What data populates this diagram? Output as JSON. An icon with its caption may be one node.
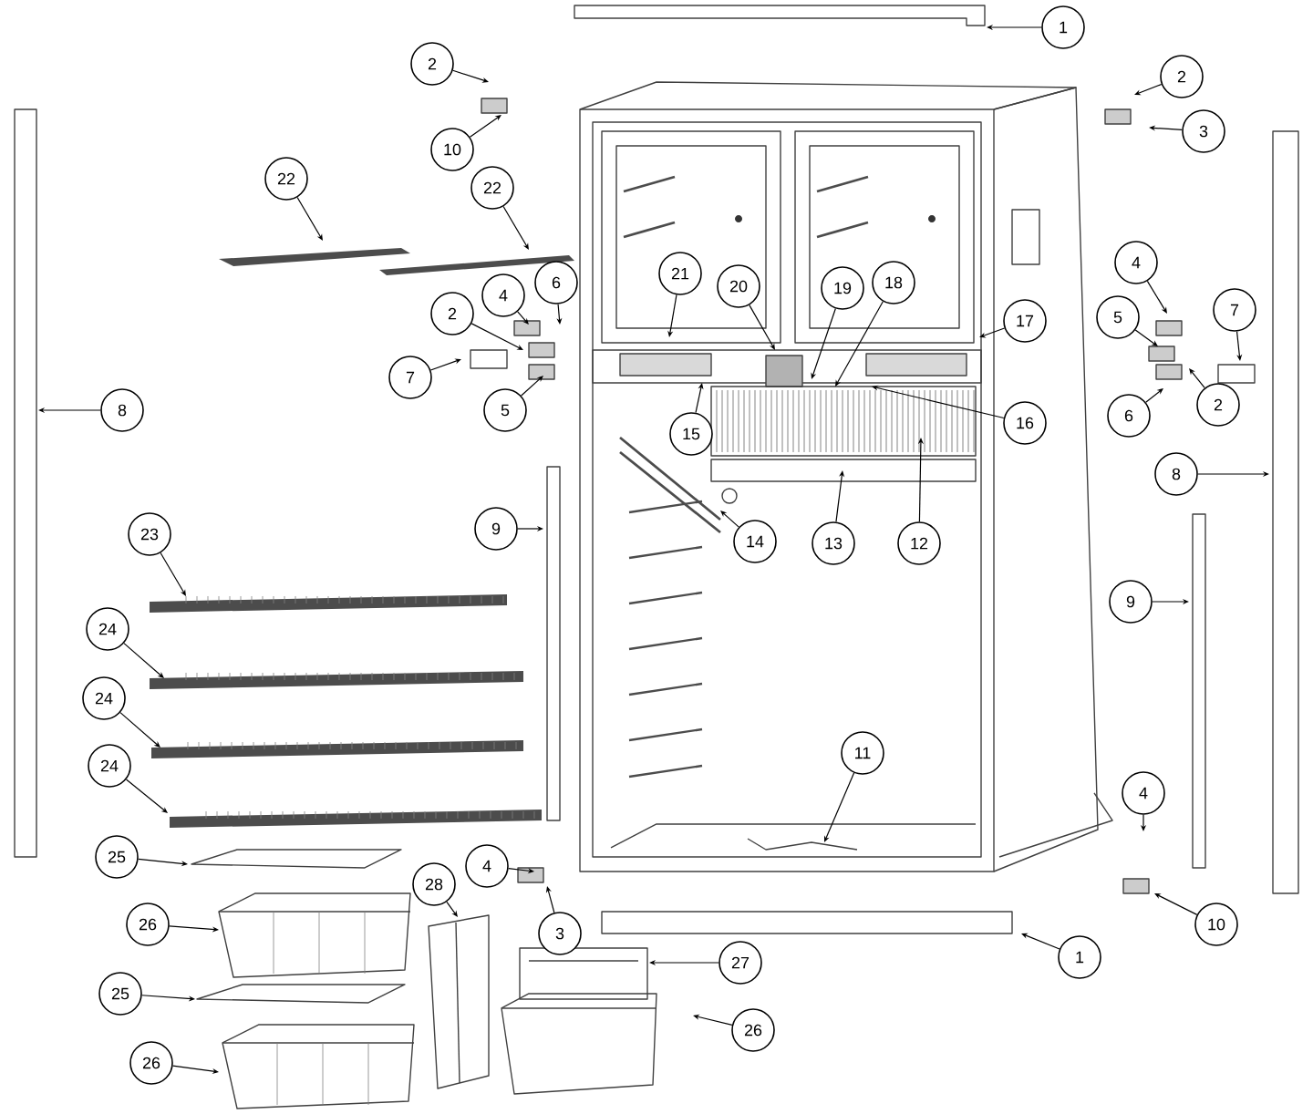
{
  "diagram": {
    "nodes": [
      {
        "text": [
          "1"
        ]
      },
      {
        "text": [
          "2"
        ]
      },
      {
        "text": [
          "10"
        ]
      },
      {
        "text": [
          "22"
        ]
      },
      {
        "text": [
          "22"
        ]
      },
      {
        "text": [
          "2"
        ]
      },
      {
        "text": [
          "3"
        ]
      },
      {
        "text": [
          "4"
        ]
      },
      {
        "text": [
          "6"
        ]
      },
      {
        "text": [
          "2"
        ]
      },
      {
        "text": [
          "7"
        ]
      },
      {
        "text": [
          "5"
        ]
      },
      {
        "text": [
          "21"
        ]
      },
      {
        "text": [
          "20"
        ]
      },
      {
        "text": [
          "19"
        ]
      },
      {
        "text": [
          "18"
        ]
      },
      {
        "text": [
          "17"
        ]
      },
      {
        "text": [
          "16"
        ]
      },
      {
        "text": [
          "15"
        ]
      },
      {
        "text": [
          "14"
        ]
      },
      {
        "text": [
          "13"
        ]
      },
      {
        "text": [
          "12"
        ]
      },
      {
        "text": [
          "9"
        ]
      },
      {
        "text": [
          "8"
        ]
      },
      {
        "text": [
          "4"
        ]
      },
      {
        "text": [
          "5"
        ]
      },
      {
        "text": [
          "7"
        ]
      },
      {
        "text": [
          "6"
        ]
      },
      {
        "text": [
          "2"
        ]
      },
      {
        "text": [
          "8"
        ]
      },
      {
        "text": [
          "9"
        ]
      },
      {
        "text": [
          "23"
        ]
      },
      {
        "text": [
          "24"
        ]
      },
      {
        "text": [
          "24"
        ]
      },
      {
        "text": [
          "24"
        ]
      },
      {
        "text": [
          "25"
        ]
      },
      {
        "text": [
          "4"
        ]
      },
      {
        "text": [
          "3"
        ]
      },
      {
        "text": [
          "28"
        ]
      },
      {
        "text": [
          "26"
        ]
      },
      {
        "text": [
          "25"
        ]
      },
      {
        "text": [
          "26"
        ]
      },
      {
        "text": [
          "11"
        ]
      },
      {
        "text": [
          "4"
        ]
      },
      {
        "text": [
          "10"
        ]
      },
      {
        "text": [
          "1"
        ]
      },
      {
        "text": [
          "27"
        ]
      },
      {
        "text": [
          "26"
        ]
      }
    ],
    "edges": [
      {
        "from": 0,
        "to": null,
        "arrow": "to"
      },
      {
        "from": 1,
        "to": null,
        "arrow": "to"
      },
      {
        "from": 2,
        "to": null,
        "arrow": "to"
      },
      {
        "from": 3,
        "to": null,
        "arrow": "to"
      },
      {
        "from": 4,
        "to": null,
        "arrow": "to"
      },
      {
        "from": 5,
        "to": null,
        "arrow": "to"
      },
      {
        "from": 6,
        "to": null,
        "arrow": "to"
      },
      {
        "from": 7,
        "to": null,
        "arrow": "to"
      },
      {
        "from": 8,
        "to": null,
        "arrow": "to"
      },
      {
        "from": 9,
        "to": null,
        "arrow": "to"
      },
      {
        "from": 10,
        "to": null,
        "arrow": "to"
      },
      {
        "from": 11,
        "to": null,
        "arrow": "to"
      },
      {
        "from": 12,
        "to": null,
        "arrow": "to"
      },
      {
        "from": 13,
        "to": null,
        "arrow": "to"
      },
      {
        "from": 14,
        "to": null,
        "arrow": "to"
      },
      {
        "from": 15,
        "to": null,
        "arrow": "to"
      },
      {
        "from": 16,
        "to": null,
        "arrow": "to"
      },
      {
        "from": 17,
        "to": null,
        "arrow": "to"
      },
      {
        "from": 18,
        "to": null,
        "arrow": "to"
      },
      {
        "from": 19,
        "to": null,
        "arrow": "to"
      },
      {
        "from": 20,
        "to": null,
        "arrow": "to"
      },
      {
        "from": 21,
        "to": null,
        "arrow": "to"
      },
      {
        "from": 22,
        "to": null,
        "arrow": "to"
      },
      {
        "from": 23,
        "to": null,
        "arrow": "to"
      },
      {
        "from": 24,
        "to": null,
        "arrow": "to"
      },
      {
        "from": 25,
        "to": null,
        "arrow": "to"
      },
      {
        "from": 26,
        "to": null,
        "arrow": "to"
      },
      {
        "from": 27,
        "to": null,
        "arrow": "to"
      },
      {
        "from": 28,
        "to": null,
        "arrow": "to"
      },
      {
        "from": 29,
        "to": null,
        "arrow": "to"
      },
      {
        "from": 30,
        "to": null,
        "arrow": "to"
      },
      {
        "from": 31,
        "to": null,
        "arrow": "to"
      },
      {
        "from": 32,
        "to": null,
        "arrow": "to"
      },
      {
        "from": 33,
        "to": null,
        "arrow": "to"
      },
      {
        "from": 34,
        "to": null,
        "arrow": "to"
      },
      {
        "from": 35,
        "to": null,
        "arrow": "to"
      },
      {
        "from": 36,
        "to": null,
        "arrow": "to"
      },
      {
        "from": 37,
        "to": null,
        "arrow": "to"
      },
      {
        "from": 38,
        "to": null,
        "arrow": "to"
      },
      {
        "from": 39,
        "to": null,
        "arrow": "to"
      },
      {
        "from": 40,
        "to": null,
        "arrow": "to"
      },
      {
        "from": 41,
        "to": null,
        "arrow": "to"
      },
      {
        "from": 42,
        "to": null,
        "arrow": "to"
      },
      {
        "from": 43,
        "to": null,
        "arrow": "to"
      },
      {
        "from": 44,
        "to": null,
        "arrow": "to"
      },
      {
        "from": 45,
        "to": null,
        "arrow": "to"
      },
      {
        "from": 46,
        "to": null,
        "arrow": "to"
      },
      {
        "from": 47,
        "to": null,
        "arrow": "to"
      }
    ]
  }
}
